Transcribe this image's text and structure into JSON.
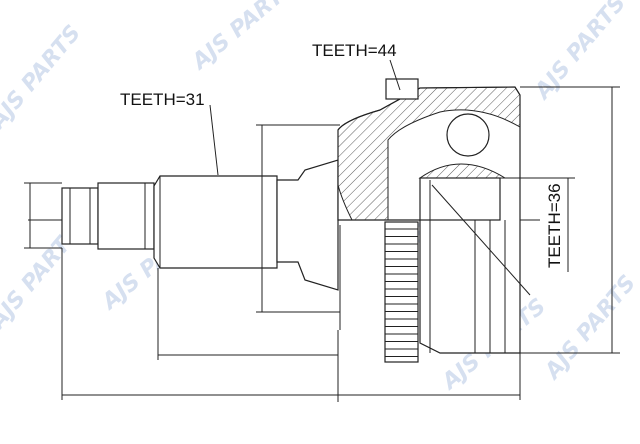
{
  "watermark": "AJS PARTS",
  "labels": {
    "outer_teeth": "TEETH=44",
    "shaft_teeth": "TEETH=31",
    "inner_teeth": "TEETH=36"
  },
  "colors": {
    "line": "#222222",
    "watermark": "#c9d6ec"
  }
}
